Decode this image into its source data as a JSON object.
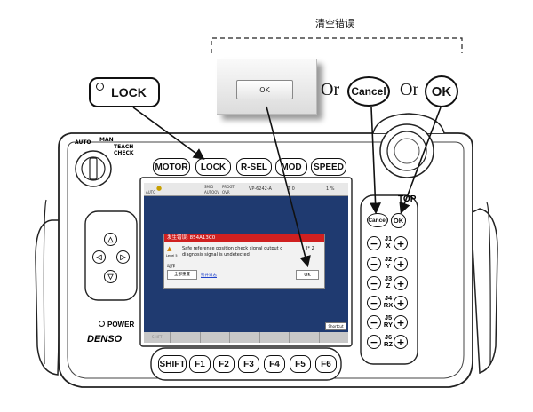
{
  "callout": {
    "heading": "清空错误",
    "ok_button": "OK",
    "or_1": "Or",
    "or_2": "Or",
    "cancel_key": "Cancel",
    "ok_key": "OK",
    "lock_key": "LOCK"
  },
  "pendant": {
    "top_keys": [
      "MOTOR",
      "LOCK",
      "R-SEL",
      "MOD",
      "SPEED"
    ],
    "mode_labels": {
      "auto": "AUTO",
      "man": "MAN",
      "teach_check": "TEACH CHECK"
    },
    "stop_label": "TOP",
    "side_cancel": "Cancel",
    "side_ok": "OK",
    "jog_axes": [
      {
        "top": "J1",
        "bot": "X"
      },
      {
        "top": "J2",
        "bot": "Y"
      },
      {
        "top": "J3",
        "bot": "Z"
      },
      {
        "top": "J4",
        "bot": "RX"
      },
      {
        "top": "J5",
        "bot": "RY"
      },
      {
        "top": "J6",
        "bot": "RZ"
      }
    ],
    "function_keys": [
      "SHIFT",
      "F1",
      "F2",
      "F3",
      "F4",
      "F5",
      "F6"
    ],
    "power_label": "POWER",
    "brand": "DENSO"
  },
  "screen": {
    "status": {
      "auto": "AUTO",
      "mode_a": "SMID",
      "mode_b": "AUTOOV",
      "prog_a": "PROGT",
      "prog_b": "OVR",
      "model": "VP-6242-A",
      "tool": "T 0",
      "speed": "1 %"
    },
    "error_title": "发生错误: 854A13C0",
    "level": "Level 5",
    "message_1": "Safe reference position check signal output c",
    "message_1_tail": "J* 2",
    "message_2": "diagnosis signal is undetected",
    "action_label": "动作",
    "reset_button": "全部重置",
    "link_text": "打开日志",
    "ok_button": "OK",
    "shortcut": "Shortcut",
    "shift": "SHIFT"
  }
}
